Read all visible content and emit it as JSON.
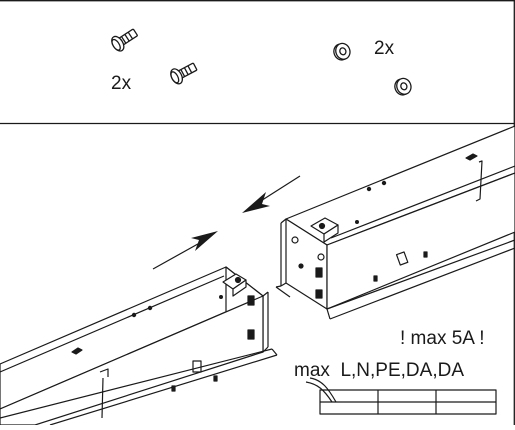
{
  "hardware_panel": {
    "screws_qty": "2x",
    "nuts_qty": "2x",
    "screw_icon": "screw-icon",
    "nut_icon": "nut-icon"
  },
  "assembly_panel": {
    "current_warning": "! max 5A !",
    "wiring_label": "max  L,N,PE,DA,DA",
    "arrow_icons": [
      "arrow-left-icon",
      "arrow-right-icon"
    ]
  },
  "colors": {
    "line": "#1a1a1a",
    "background": "#ffffff"
  }
}
